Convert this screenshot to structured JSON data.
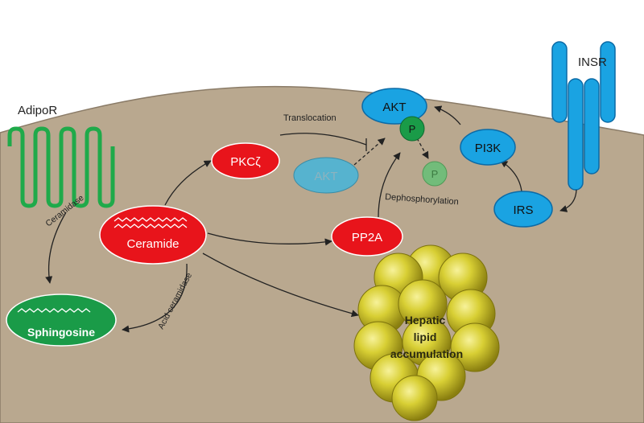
{
  "receptors": {
    "adipor": "AdipoR",
    "insr": "INSR"
  },
  "nodes": {
    "ceramide": "Ceramide",
    "sphingosine": "Sphingosine",
    "pkcz": "PKCζ",
    "pp2a": "PP2A",
    "akt": "AKT",
    "akt_inactive": "AKT",
    "phospho": "P",
    "phospho_removed": "P",
    "pi3k": "PI3K",
    "irs": "IRS",
    "lipid": [
      "Hepatic",
      "lipid",
      "accumulation"
    ]
  },
  "edges": {
    "ceramidase": "Ceramidase",
    "acid_ceramidase": "Acid ceramidase",
    "translocation": "Translocation",
    "dephosphorylation": "Dephosphorylation"
  },
  "colors": {
    "cell": "#b9a88f",
    "cell_edge": "#8a7b67",
    "red_node": "#e8141b",
    "green_node": "#1a9b48",
    "adipor": "#1faa4a",
    "blue_node": "#1aa3e2",
    "blue_edge": "#0b6aa6",
    "akt_inactive": "#56b3cf",
    "phospho_removed": "#72bc7a",
    "lipid": "#c9c22b"
  }
}
